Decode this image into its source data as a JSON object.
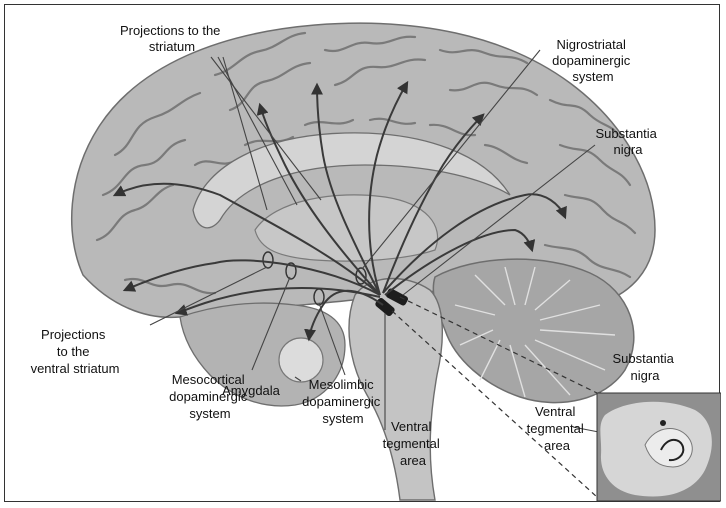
{
  "labels": {
    "projections_striatum": [
      "Projections to the",
      "striatum"
    ],
    "nigrostriatal": [
      "Nigrostriatal",
      "dopaminergic",
      "system"
    ],
    "substantia_nigra_top": [
      "Substantia",
      "nigra"
    ],
    "projections_ventral": [
      "Projections",
      "to the",
      "ventral striatum"
    ],
    "mesocortical": [
      "Mesocortical",
      "dopaminergic",
      "system"
    ],
    "amygdala": "Amygdala",
    "mesolimbic": [
      "Mesolimbic",
      "dopaminergic",
      "system"
    ],
    "vta_main": [
      "Ventral",
      "tegmental",
      "area"
    ],
    "vta_inset": [
      "Ventral",
      "tegmental",
      "area"
    ],
    "substantia_nigra_inset": [
      "Substantia",
      "nigra"
    ]
  },
  "colors": {
    "brain_fill": "#b9b9b9",
    "gyri_line": "#7a7a7a",
    "corpus_callosum": "#d4d4d4",
    "brainstem": "#c4c4c4",
    "cerebellum": "#a6a6a6",
    "arrow": "#3a3a3a",
    "leader": "#444444",
    "amygdala": "#dcdcdc",
    "inset_bg": "#8f8f8f"
  }
}
